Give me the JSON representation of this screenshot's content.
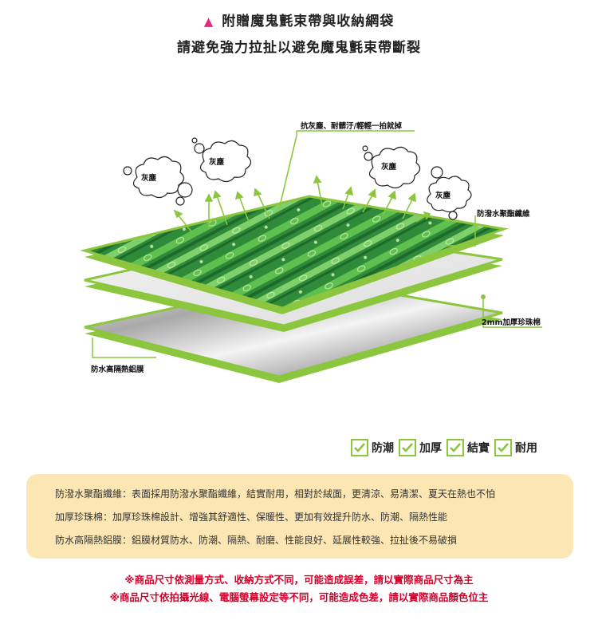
{
  "header": {
    "line1": "附贈魔鬼氈束帶與收納網袋",
    "line2": "請避免強力拉扯以避免魔鬼氈束帶斷裂"
  },
  "diagram": {
    "top_caption": "抗灰塵、耐髒汙/輕輕一拍就掉",
    "dust_label": "灰塵",
    "layer_top_label": "防潑水聚酯纖維",
    "layer_mid_label": "2mm加厚珍珠棉",
    "layer_bottom_label": "防水高隔熱鋁膜"
  },
  "features": [
    "防潮",
    "加厚",
    "結實",
    "耐用"
  ],
  "info": [
    "防潑水聚酯纖維：表面採用防潑水聚酯纖維，結實耐用，相對於絨面，更清涼、易清潔、夏天在熱也不怕",
    "加厚珍珠棉：加厚珍珠棉設計、增強其舒適性、保暖性、更加有效提升防水、防潮、隔熱性能",
    "防水高隔熱鋁膜：鋁膜材質防水、防潮、隔熱、耐磨、性能良好、延展性較強、拉扯後不易破損"
  ],
  "notes": [
    "※商品尺寸依測量方式、收納方式不同，可能造成誤差，請以實際商品尺寸為主",
    "※商品尺寸依拍攝光線、電腦螢幕設定等不同，可能造成色差，請以實際商品顏色位主"
  ],
  "colors": {
    "accent_green": "#8cc63f",
    "accent_pink": "#e5297f",
    "note_red": "#d4002a",
    "box_bg": "#fce6b4"
  }
}
